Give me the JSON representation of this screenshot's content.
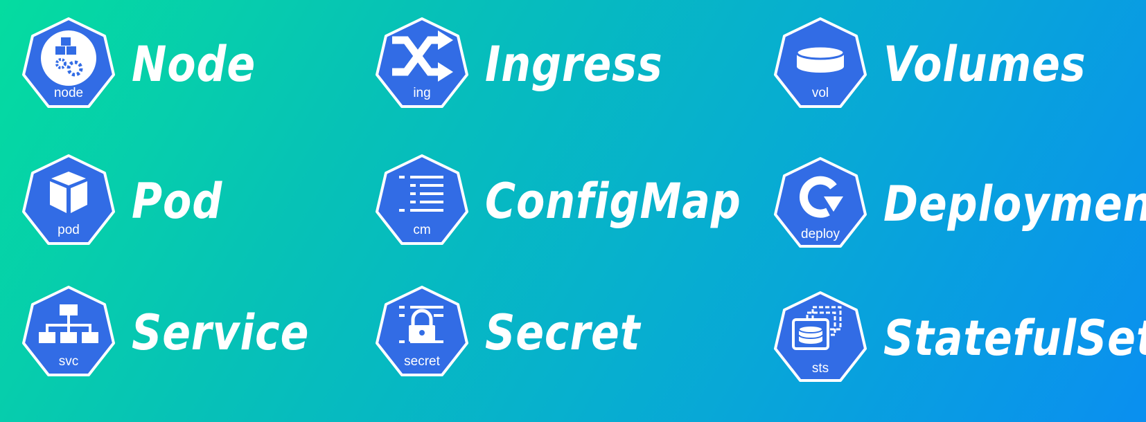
{
  "resources": [
    {
      "name": "Node",
      "abbr": "node",
      "icon": "node-icon"
    },
    {
      "name": "Pod",
      "abbr": "pod",
      "icon": "pod-icon"
    },
    {
      "name": "Service",
      "abbr": "svc",
      "icon": "service-icon"
    },
    {
      "name": "Ingress",
      "abbr": "ing",
      "icon": "ingress-icon"
    },
    {
      "name": "ConfigMap",
      "abbr": "cm",
      "icon": "configmap-icon"
    },
    {
      "name": "Secret",
      "abbr": "secret",
      "icon": "secret-icon"
    },
    {
      "name": "Volumes",
      "abbr": "vol",
      "icon": "volume-icon"
    },
    {
      "name": "Deployment",
      "abbr": "deploy",
      "icon": "deployment-icon"
    },
    {
      "name": "StatefulSet",
      "abbr": "sts",
      "icon": "statefulset-icon"
    }
  ],
  "colors": {
    "icon_fill": "#326ce5",
    "icon_border": "#ffffff",
    "text": "#ffffff",
    "gradient_start": "#05dca0",
    "gradient_end": "#0a8ff0"
  }
}
